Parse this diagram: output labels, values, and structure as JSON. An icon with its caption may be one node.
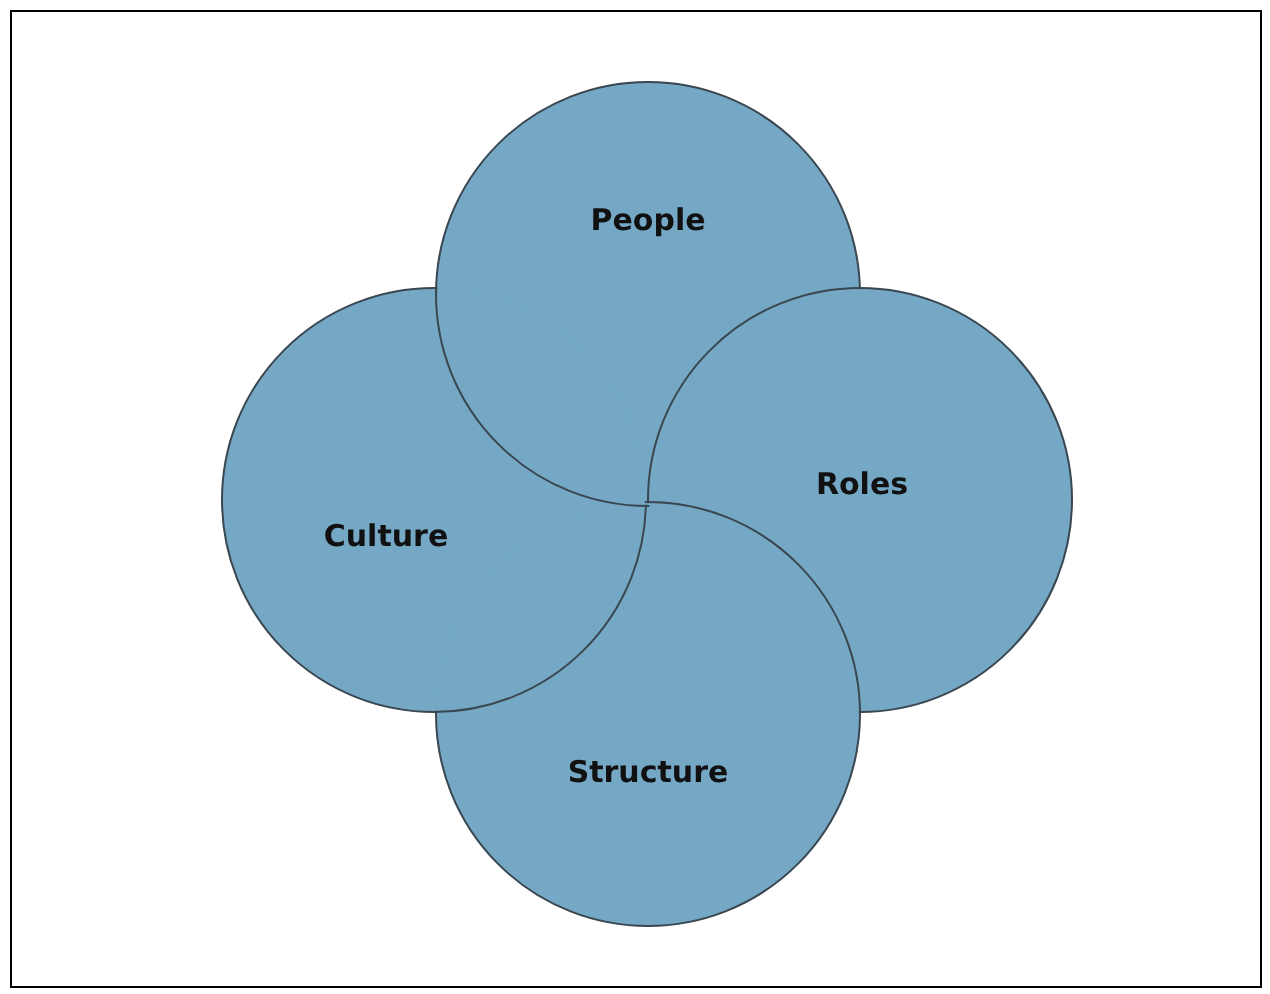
{
  "diagram": {
    "nodes": [
      {
        "text": [
          "People"
        ]
      },
      {
        "text": [
          "Culture"
        ]
      },
      {
        "text": [
          "Roles"
        ]
      },
      {
        "text": [
          "Structure"
        ]
      }
    ]
  }
}
